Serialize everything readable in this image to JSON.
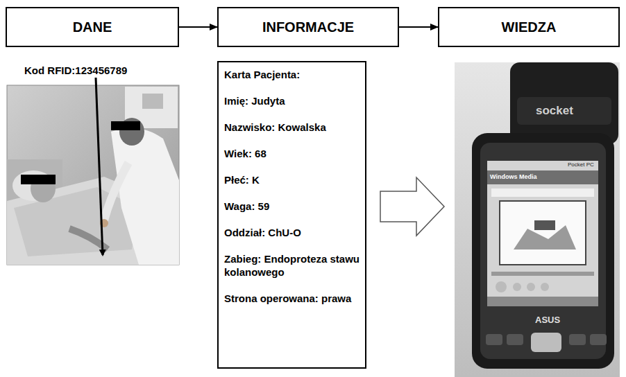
{
  "diagram": {
    "nodes": [
      {
        "text": [
          "DANE"
        ]
      },
      {
        "text": [
          "INFORMACJE"
        ]
      },
      {
        "text": [
          "WIEDZA"
        ]
      },
      {
        "text": [
          "Karta Pacjenta:",
          "Imię: Judyta",
          "Nazwisko: Kowalska",
          "Wiek: 68",
          "Płeć: K",
          "Waga: 59",
          "Oddział: ChU-O",
          "Zabieg: Endoproteza stawu kolanowego",
          "Strona operowana: prawa"
        ]
      }
    ],
    "edges": [
      {
        "from": 0,
        "to": 1,
        "arrow": "to"
      },
      {
        "from": 1,
        "to": 2,
        "arrow": "to"
      }
    ],
    "labels": [
      "Kod RFID:123456789",
      "socket",
      "ASUS",
      "Pocket PC",
      "Windows Media"
    ]
  }
}
